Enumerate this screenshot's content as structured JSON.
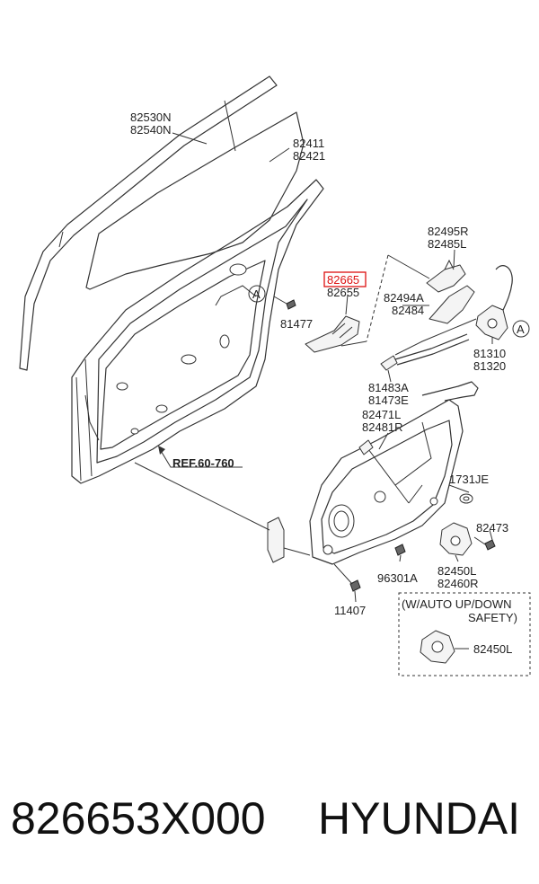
{
  "labels": {
    "glass_run": [
      "82530N",
      "82540N"
    ],
    "glass": [
      "82411",
      "82421"
    ],
    "highlighted_part": "82665",
    "part_82655": "82655",
    "screw_81477": "81477",
    "channel": [
      "82495R",
      "82485L"
    ],
    "bracket": [
      "82494A",
      "82484"
    ],
    "latch": [
      "81310",
      "81320"
    ],
    "rod": [
      "81483A",
      "81473E"
    ],
    "trim_panel": [
      "82471L",
      "82481R"
    ],
    "grommet": "1731JE",
    "bolt_82473": "82473",
    "clip_96301": "96301A",
    "regulator": [
      "82450L",
      "82460R"
    ],
    "bolt_11407": "11407",
    "inset_note": [
      "(W/AUTO UP/DOWN",
      "SAFETY)"
    ],
    "inset_part": "82450L",
    "callout_a": "A",
    "reference": "REF.60-760"
  },
  "caption": {
    "part_number": "826653X000",
    "brand": "HYUNDAI"
  },
  "colors": {
    "highlight": "#dd1111",
    "line": "#333333"
  }
}
